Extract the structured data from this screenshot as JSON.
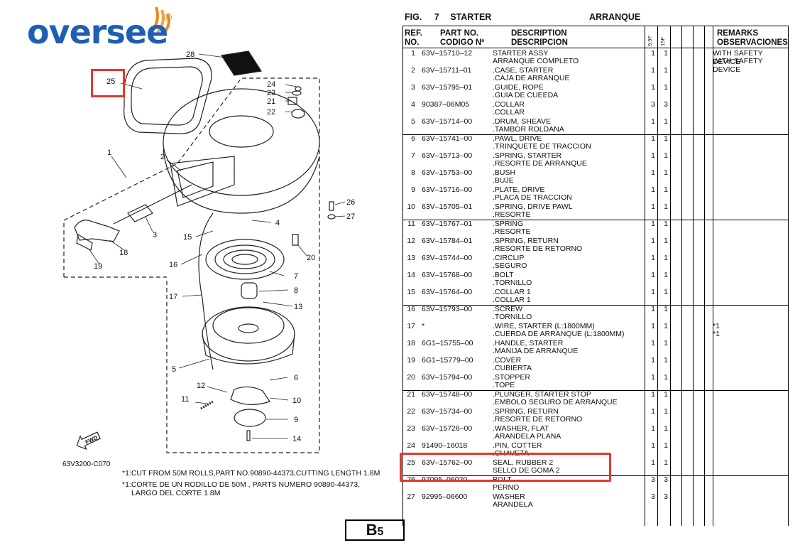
{
  "logo": {
    "text": "oversee",
    "reg": "®"
  },
  "figure": {
    "label": "FIG.",
    "number": "7",
    "title_en": "STARTER",
    "title_es": "ARRANQUE"
  },
  "headers": {
    "ref_1": "REF.",
    "ref_2": "NO.",
    "part_1": "PART NO.",
    "part_2": "CODIGO Nº",
    "desc_1": "DESCRIPTION",
    "desc_2": "DESCRIPCION",
    "col_a": "9.9F",
    "col_b": "15F",
    "rem_1": "REMARKS",
    "rem_2": "OBSERVACIONES"
  },
  "parts": [
    {
      "ref": "1",
      "pn": "63V–15710–12",
      "en": "STARTER ASSY",
      "es": "ARRANQUE COMPLETO",
      "q1": "1",
      "q2": "1",
      "r1": "WITH SAFETY DEVICE",
      "r2": "WITH SAFETY DEVICE"
    },
    {
      "ref": "2",
      "pn": "63V–15711–01",
      "en": ".CASE, STARTER",
      "es": ".CAJA  DE ARRANQUE",
      "q1": "1",
      "q2": "1",
      "r1": "",
      "r2": ""
    },
    {
      "ref": "3",
      "pn": "63V–15795–01",
      "en": ".GUIDE, ROPE",
      "es": ".GUIA DE CUEEDA",
      "q1": "1",
      "q2": "1",
      "r1": "",
      "r2": ""
    },
    {
      "ref": "4",
      "pn": "90387–06M05",
      "en": ".COLLAR",
      "es": ".COLLAR",
      "q1": "3",
      "q2": "3",
      "r1": "",
      "r2": ""
    },
    {
      "ref": "5",
      "pn": "63V–15714–00",
      "en": ".DRUM, SHEAVE",
      "es": ".TAMBOR  ROLDANA",
      "q1": "1",
      "q2": "1",
      "r1": "",
      "r2": ""
    },
    {
      "ref": "6",
      "pn": "63V–15741–00",
      "en": ".PAWL, DRIVE",
      "es": ".TRINQUETE DE TRACCION",
      "q1": "1",
      "q2": "1",
      "r1": "",
      "r2": ""
    },
    {
      "ref": "7",
      "pn": "63V–15713–00",
      "en": ".SPRING, STARTER",
      "es": ".RESORTE DE ARRANQUE",
      "q1": "1",
      "q2": "1",
      "r1": "",
      "r2": ""
    },
    {
      "ref": "8",
      "pn": "63V–15753–00",
      "en": ".BUSH",
      "es": ".BUJE",
      "q1": "1",
      "q2": "1",
      "r1": "",
      "r2": ""
    },
    {
      "ref": "9",
      "pn": "63V–15716–00",
      "en": ".PLATE, DRIVE",
      "es": ".PLACA  DE TRACCION",
      "q1": "1",
      "q2": "1",
      "r1": "",
      "r2": ""
    },
    {
      "ref": "10",
      "pn": "63V–15705–01",
      "en": ".SPRING, DRIVE PAWL",
      "es": ".RESORTE",
      "q1": "1",
      "q2": "1",
      "r1": "",
      "r2": ""
    },
    {
      "ref": "11",
      "pn": "63V–15767–01",
      "en": ".SPRING",
      "es": ".RESORTE",
      "q1": "1",
      "q2": "1",
      "r1": "",
      "r2": ""
    },
    {
      "ref": "12",
      "pn": "63V–15784–01",
      "en": ".SPRING, RETURN",
      "es": ".RESORTE  DE RETORNO",
      "q1": "1",
      "q2": "1",
      "r1": "",
      "r2": ""
    },
    {
      "ref": "13",
      "pn": "63V–15744–00",
      "en": ".CIRCLIP",
      "es": ".SEGURO",
      "q1": "1",
      "q2": "1",
      "r1": "",
      "r2": ""
    },
    {
      "ref": "14",
      "pn": "63V–15768–00",
      "en": ".BOLT",
      "es": ".TORNILLO",
      "q1": "1",
      "q2": "1",
      "r1": "",
      "r2": ""
    },
    {
      "ref": "15",
      "pn": "63V–15764–00",
      "en": ".COLLAR 1",
      "es": ".COLLAR 1",
      "q1": "1",
      "q2": "1",
      "r1": "",
      "r2": ""
    },
    {
      "ref": "16",
      "pn": "63V–15793–00",
      "en": ".SCREW",
      "es": ".TORNILLO",
      "q1": "1",
      "q2": "1",
      "r1": "",
      "r2": ""
    },
    {
      "ref": "17",
      "pn": "*",
      "en": ".WIRE, STARTER (L:1800MM)",
      "es": ".CUERDA  DE ARRANQUE (L:1800MM)",
      "q1": "1",
      "q2": "1",
      "r1": "*1",
      "r2": "*1"
    },
    {
      "ref": "18",
      "pn": "6G1–15755–00",
      "en": ".HANDLE, STARTER",
      "es": ".MANIJA  DE ARRANQUE",
      "q1": "1",
      "q2": "1",
      "r1": "",
      "r2": ""
    },
    {
      "ref": "19",
      "pn": "6G1–15779–00",
      "en": ".COVER",
      "es": ".CUBIERTA",
      "q1": "1",
      "q2": "1",
      "r1": "",
      "r2": ""
    },
    {
      "ref": "20",
      "pn": "63V–15794–00",
      "en": ".STOPPER",
      "es": ".TOPE",
      "q1": "1",
      "q2": "1",
      "r1": "",
      "r2": ""
    },
    {
      "ref": "21",
      "pn": "63V–15748–00",
      "en": ".PLUNGER, STARTER STOP",
      "es": ".EMBOLO SEGURO DE ARRANQUE",
      "q1": "1",
      "q2": "1",
      "r1": "",
      "r2": ""
    },
    {
      "ref": "22",
      "pn": "63V–15734–00",
      "en": ".SPRING, RETURN",
      "es": ".RESORTE  DE RETORNO",
      "q1": "1",
      "q2": "1",
      "r1": "",
      "r2": ""
    },
    {
      "ref": "23",
      "pn": "63V–15726–00",
      "en": ".WASHER, FLAT",
      "es": ".ARANDELA PLANA",
      "q1": "1",
      "q2": "1",
      "r1": "",
      "r2": ""
    },
    {
      "ref": "24",
      "pn": "91490–16018",
      "en": ".PIN, COTTER",
      "es": ".CHAVETA",
      "q1": "1",
      "q2": "1",
      "r1": "",
      "r2": ""
    },
    {
      "ref": "25",
      "pn": "63V–15762–00",
      "en": "SEAL, RUBBER 2",
      "es": "SELLO  DE GOMA 2",
      "q1": "1",
      "q2": "1",
      "r1": "",
      "r2": ""
    },
    {
      "ref": "26",
      "pn": "97095–06020",
      "en": "BOLT",
      "es": "PERNO",
      "q1": "3",
      "q2": "3",
      "r1": "",
      "r2": ""
    },
    {
      "ref": "27",
      "pn": "92995–06600",
      "en": "WASHER",
      "es": "ARANDELA",
      "q1": "3",
      "q2": "3",
      "r1": "",
      "r2": ""
    }
  ],
  "diagram": {
    "callouts": [
      "1",
      "2",
      "3",
      "4",
      "5",
      "6",
      "7",
      "8",
      "9",
      "10",
      "11",
      "12",
      "13",
      "14",
      "15",
      "16",
      "17",
      "18",
      "19",
      "20",
      "21",
      "22",
      "23",
      "24",
      "25",
      "26",
      "27",
      "28"
    ],
    "code": "63V3200-C070",
    "fwd": "FWD"
  },
  "notes": {
    "line1": "*1:CUT FROM 50M ROLLS,PART NO.90890-44373,CUTTING LENGTH 1.8M",
    "line2": "*1:CORTE DE UN RODILLO DE 50M , PARTS NUMERO 90890-44373,",
    "line3": "LARGO DEL CORTE 1.8M"
  },
  "page_code": {
    "letter": "B",
    "number": "5"
  },
  "colors": {
    "logo_blue": "#1f5fb3",
    "logo_orange": "#e48a1c",
    "highlight_red": "#e03a2a"
  }
}
